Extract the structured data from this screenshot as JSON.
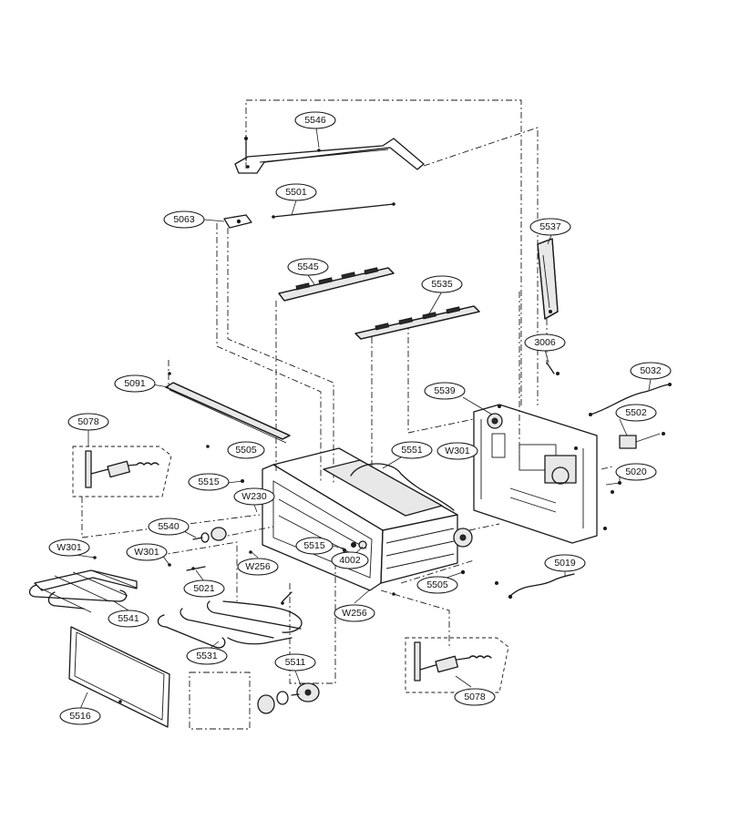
{
  "labels": {
    "l5546": "5546",
    "l5501": "5501",
    "l5063": "5063",
    "l5537": "5537",
    "l5545": "5545",
    "l5535": "5535",
    "l3006": "3006",
    "l5091": "5091",
    "l5032": "5032",
    "l5539": "5539",
    "l5078a": "5078",
    "l5502": "5502",
    "l5505a": "5505",
    "l5551": "5551",
    "lW301a": "W301",
    "l5020": "5020",
    "l5515a": "5515",
    "lW230": "W230",
    "l5540": "5540",
    "lW301b": "W301",
    "lW301c": "W301",
    "l5515b": "5515",
    "l4002": "4002",
    "lW256a": "W256",
    "l5021": "5021",
    "l5019": "5019",
    "l5505b": "5505",
    "l5541": "5541",
    "lW256b": "W256",
    "l5531": "5531",
    "l5511": "5511",
    "l5516": "5516",
    "l5078b": "5078"
  }
}
